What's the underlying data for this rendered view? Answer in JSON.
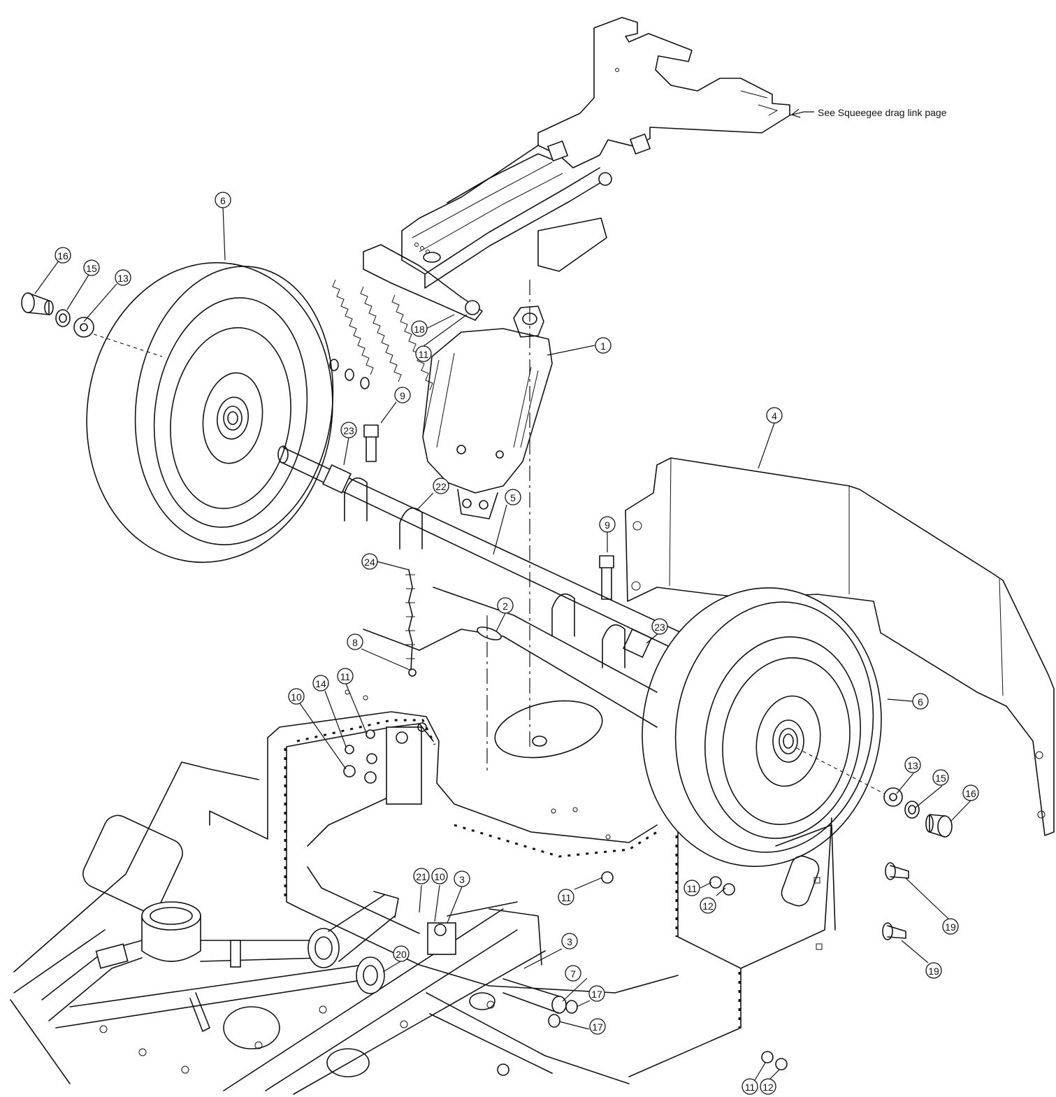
{
  "note": "See Squeegee drag link page",
  "callouts": [
    {
      "id": "c1",
      "label": "1"
    },
    {
      "id": "c2",
      "label": "2"
    },
    {
      "id": "c3a",
      "label": "3"
    },
    {
      "id": "c3b",
      "label": "3"
    },
    {
      "id": "c4",
      "label": "4"
    },
    {
      "id": "c5",
      "label": "5"
    },
    {
      "id": "c6a",
      "label": "6"
    },
    {
      "id": "c6b",
      "label": "6"
    },
    {
      "id": "c7",
      "label": "7"
    },
    {
      "id": "c8",
      "label": "8"
    },
    {
      "id": "c9a",
      "label": "9"
    },
    {
      "id": "c9b",
      "label": "9"
    },
    {
      "id": "c10a",
      "label": "10"
    },
    {
      "id": "c10b",
      "label": "10"
    },
    {
      "id": "c11a",
      "label": "11"
    },
    {
      "id": "c11b",
      "label": "11"
    },
    {
      "id": "c11c",
      "label": "11"
    },
    {
      "id": "c11d",
      "label": "11"
    },
    {
      "id": "c11e",
      "label": "11"
    },
    {
      "id": "c12a",
      "label": "12"
    },
    {
      "id": "c12b",
      "label": "12"
    },
    {
      "id": "c13a",
      "label": "13"
    },
    {
      "id": "c13b",
      "label": "13"
    },
    {
      "id": "c14",
      "label": "14"
    },
    {
      "id": "c15a",
      "label": "15"
    },
    {
      "id": "c15b",
      "label": "15"
    },
    {
      "id": "c16a",
      "label": "16"
    },
    {
      "id": "c16b",
      "label": "16"
    },
    {
      "id": "c17a",
      "label": "17"
    },
    {
      "id": "c17b",
      "label": "17"
    },
    {
      "id": "c18",
      "label": "18"
    },
    {
      "id": "c19a",
      "label": "19"
    },
    {
      "id": "c19b",
      "label": "19"
    },
    {
      "id": "c20",
      "label": "20"
    },
    {
      "id": "c21",
      "label": "21"
    },
    {
      "id": "c22",
      "label": "22"
    },
    {
      "id": "c23a",
      "label": "23"
    },
    {
      "id": "c23b",
      "label": "23"
    },
    {
      "id": "c24",
      "label": "24"
    }
  ]
}
